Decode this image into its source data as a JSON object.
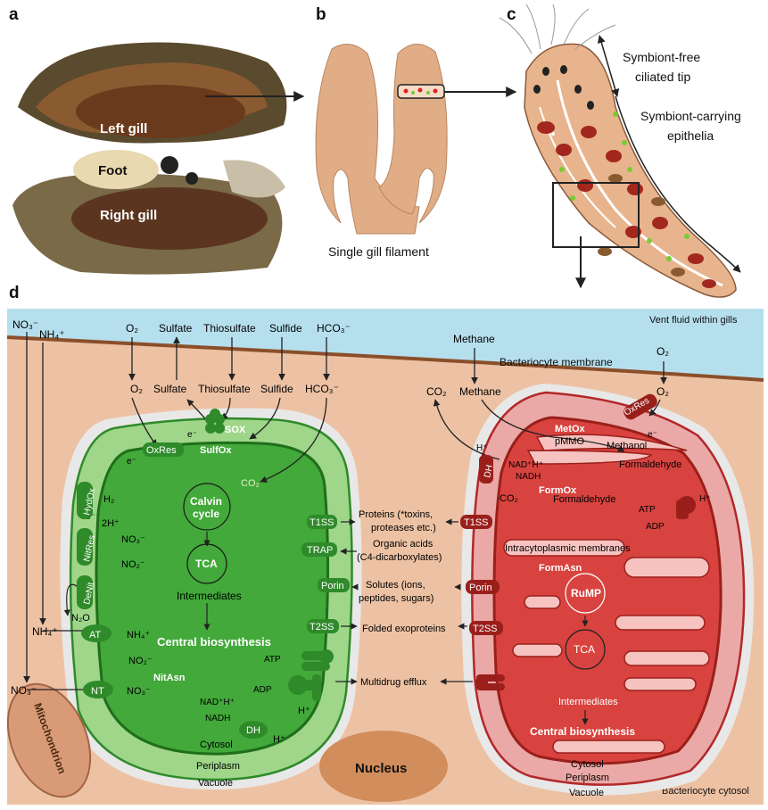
{
  "panels": {
    "a": "a",
    "b": "b",
    "c": "c",
    "d": "d"
  },
  "panel_a": {
    "left_gill": "Left gill",
    "foot": "Foot",
    "right_gill": "Right gill"
  },
  "panel_b": {
    "caption": "Single gill filament"
  },
  "panel_c": {
    "tip_line1": "Symbiont-free",
    "tip_line2": "ciliated tip",
    "epi_line1": "Symbiont-carrying",
    "epi_line2": "epithelia"
  },
  "header": {
    "vent_fluid": "Vent fluid within gills",
    "membrane": "Bacteriocyte membrane",
    "cytosol": "Bacteriocyte cytosol"
  },
  "external": {
    "o2": "O₂",
    "sulfate": "Sulfate",
    "thiosulfate": "Thiosulfate",
    "sulfide": "Sulfide",
    "hco3": "HCO₃⁻",
    "methane": "Methane",
    "no3": "NO₃⁻",
    "nh4": "NH₄⁺"
  },
  "green": {
    "sox": "SOX",
    "sulfox": "SulfOx",
    "oxres": "OxRes",
    "hydox": "HydOx",
    "nitres": "NitRes",
    "denit": "DeNit",
    "h2": "H₂",
    "two_h": "2H⁺",
    "no3": "NO₃⁻",
    "no2": "NO₂⁻",
    "n2o": "N₂O",
    "co2": "CO₂",
    "calvin1": "Calvin",
    "calvin2": "cycle",
    "tca": "TCA",
    "intermediates": "Intermediates",
    "central": "Central biosynthesis",
    "at": "AT",
    "nt": "NT",
    "nh4": "NH₄⁺",
    "nitasn": "NitAsn",
    "no2b": "NO₂⁻",
    "no3b": "NO₃⁻",
    "atp": "ATP",
    "adp": "ADP",
    "nadh_h": "NAD⁺H⁺",
    "nadh": "NADH",
    "dh": "DH",
    "hplus": "H⁺",
    "t1ss": "T1SS",
    "trap": "TRAP",
    "porin": "Porin",
    "t2ss": "T2SS",
    "cytosol": "Cytosol",
    "periplasm": "Periplasm",
    "vacuole": "Vacuole",
    "eminus": "e⁻"
  },
  "middle": {
    "proteins1": "Proteins (*toxins,",
    "proteins2": "proteases etc.)",
    "organic1": "Organic acids",
    "organic2": "(C4-dicarboxylates)",
    "solutes1": "Solutes (ions,",
    "solutes2": "peptides, sugars)",
    "folded": "Folded exoproteins",
    "multidrug": "Multidrug efflux",
    "nucleus": "Nucleus",
    "mitochondrion": "Mitochondrion"
  },
  "red": {
    "metox": "MetOx",
    "pmmo": "pMMO",
    "methanol": "Methanol",
    "formaldehyde": "Formaldehyde",
    "formaldehyde2": "Formaldehyde",
    "formox": "FormOx",
    "oxres": "OxRes",
    "dh": "DH",
    "nad": "NAD⁺H⁺",
    "nadh": "NADH",
    "co2": "CO₂",
    "atp": "ATP",
    "adp": "ADP",
    "hplus": "H⁺",
    "t1ss": "T1SS",
    "porin": "Porin",
    "t2ss": "T2SS",
    "icm": "Intracytoplasmic membranes",
    "formasn": "FormAsn",
    "rump": "RuMP",
    "tca": "TCA",
    "intermediates": "Intermediates",
    "central": "Central biosynthesis",
    "cytosol": "Cytosol",
    "periplasm": "Periplasm",
    "vacuole": "Vacuole",
    "ext_co2": "CO₂",
    "ext_methane": "Methane",
    "ext_o2": "O₂",
    "eminus": "e⁻"
  }
}
